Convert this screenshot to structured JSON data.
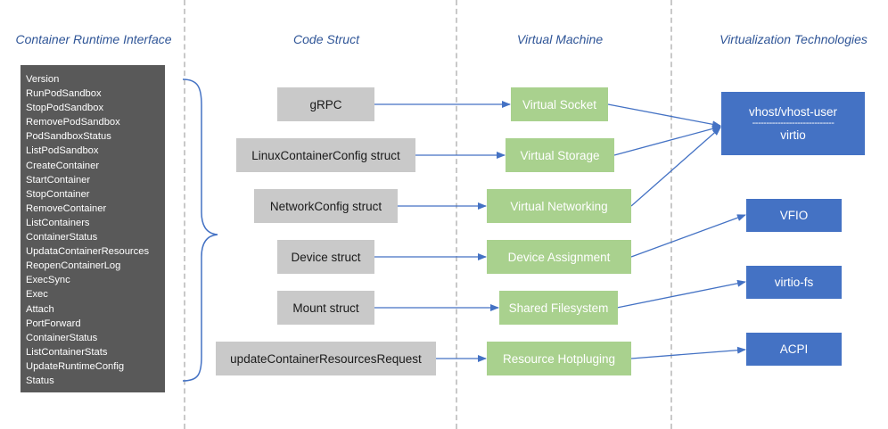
{
  "headers": {
    "cri": "Container Runtime Interface",
    "code": "Code Struct",
    "vm": "Virtual Machine",
    "virt": "Virtualization Technologies"
  },
  "cri_items": [
    "Version",
    "RunPodSandbox",
    "StopPodSandbox",
    "RemovePodSandbox",
    "PodSandboxStatus",
    "ListPodSandbox",
    "CreateContainer",
    "StartContainer",
    "StopContainer",
    "RemoveContainer",
    "ListContainers",
    "ContainerStatus",
    "UpdataContainerResources",
    "ReopenContainerLog",
    "ExecSync",
    "Exec",
    "Attach",
    "PortForward",
    "ContainerStatus",
    "ListContainerStats",
    "UpdateRuntimeConfig",
    "Status"
  ],
  "code_structs": {
    "grpc": "gRPC",
    "linux": "LinuxContainerConfig struct",
    "network": "NetworkConfig struct",
    "device": "Device struct",
    "mount": "Mount struct",
    "update": "updateContainerResourcesRequest"
  },
  "vm": {
    "socket": "Virtual Socket",
    "storage": "Virtual Storage",
    "networking": "Virtual Networking",
    "device": "Device Assignment",
    "fs": "Shared Filesystem",
    "hotplug": "Resource Hotpluging"
  },
  "tech": {
    "vhost": "vhost/vhost-user",
    "separator": "-----------------------------",
    "virtio": "virtio",
    "vfio": "VFIO",
    "virtiofs": "virtio-fs",
    "acpi": "ACPI"
  },
  "colors": {
    "header": "#2f5597",
    "panel": "#595959",
    "gray_box": "#c9c9c9",
    "green_box": "#a9d18e",
    "blue_box": "#4472c4",
    "arrow": "#4472c4"
  }
}
